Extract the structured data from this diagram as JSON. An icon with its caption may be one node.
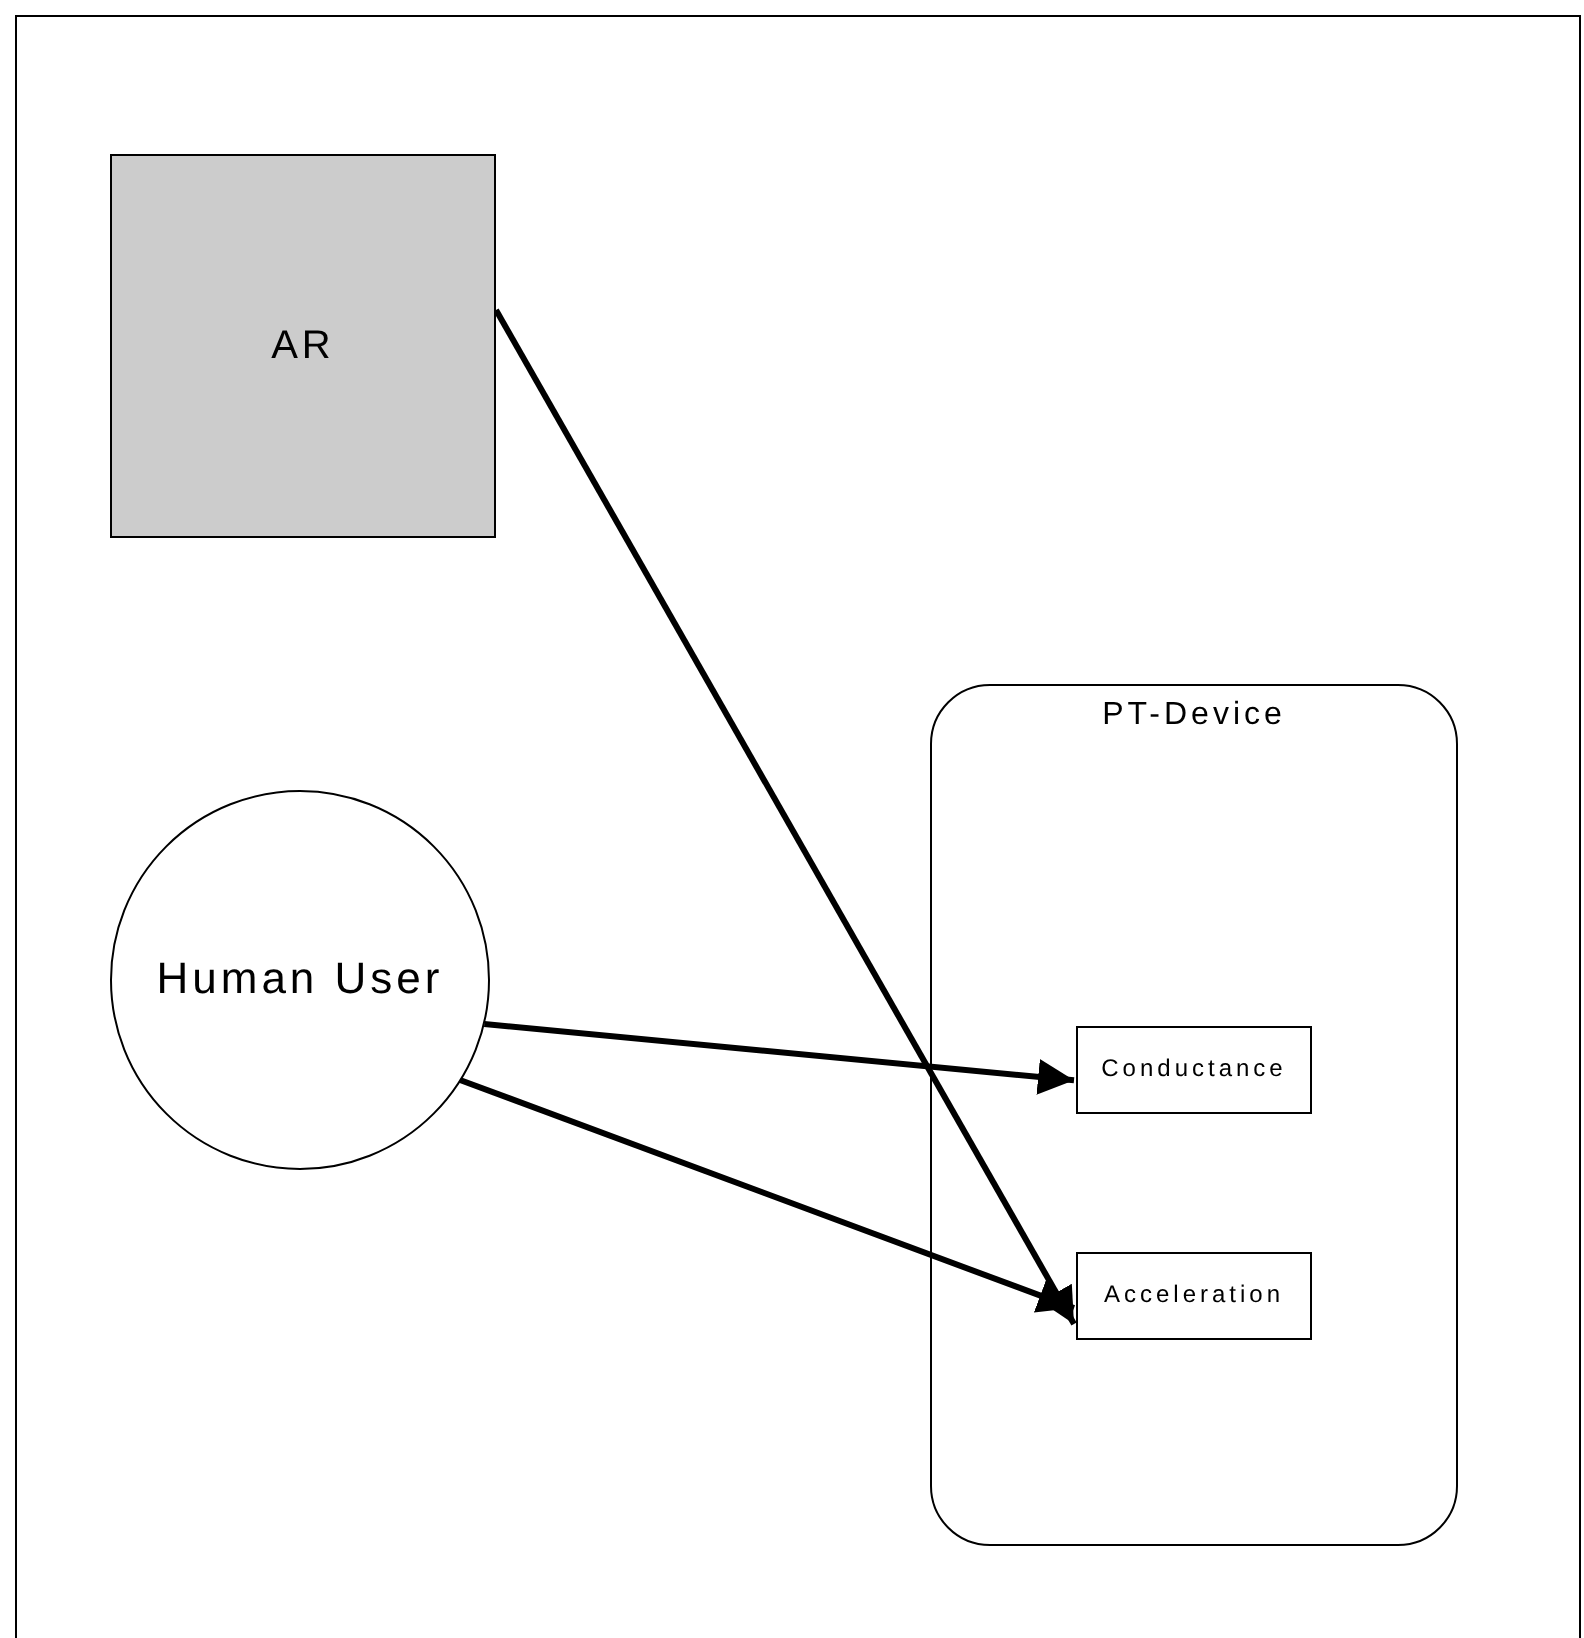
{
  "diagram": {
    "nodes": [
      {
        "text": [
          "AR"
        ]
      },
      {
        "text": [
          "Human User"
        ]
      },
      {
        "text": [
          "PT-Device"
        ]
      },
      {
        "text": [
          "Conductance"
        ],
        "in": 2
      },
      {
        "text": [
          "Acceleration"
        ],
        "in": 2
      }
    ],
    "edges": [
      {
        "from": 0,
        "to": 4,
        "arrow": "to"
      },
      {
        "from": 1,
        "to": 3,
        "arrow": "to"
      },
      {
        "from": 1,
        "to": 4,
        "arrow": "to"
      }
    ]
  }
}
